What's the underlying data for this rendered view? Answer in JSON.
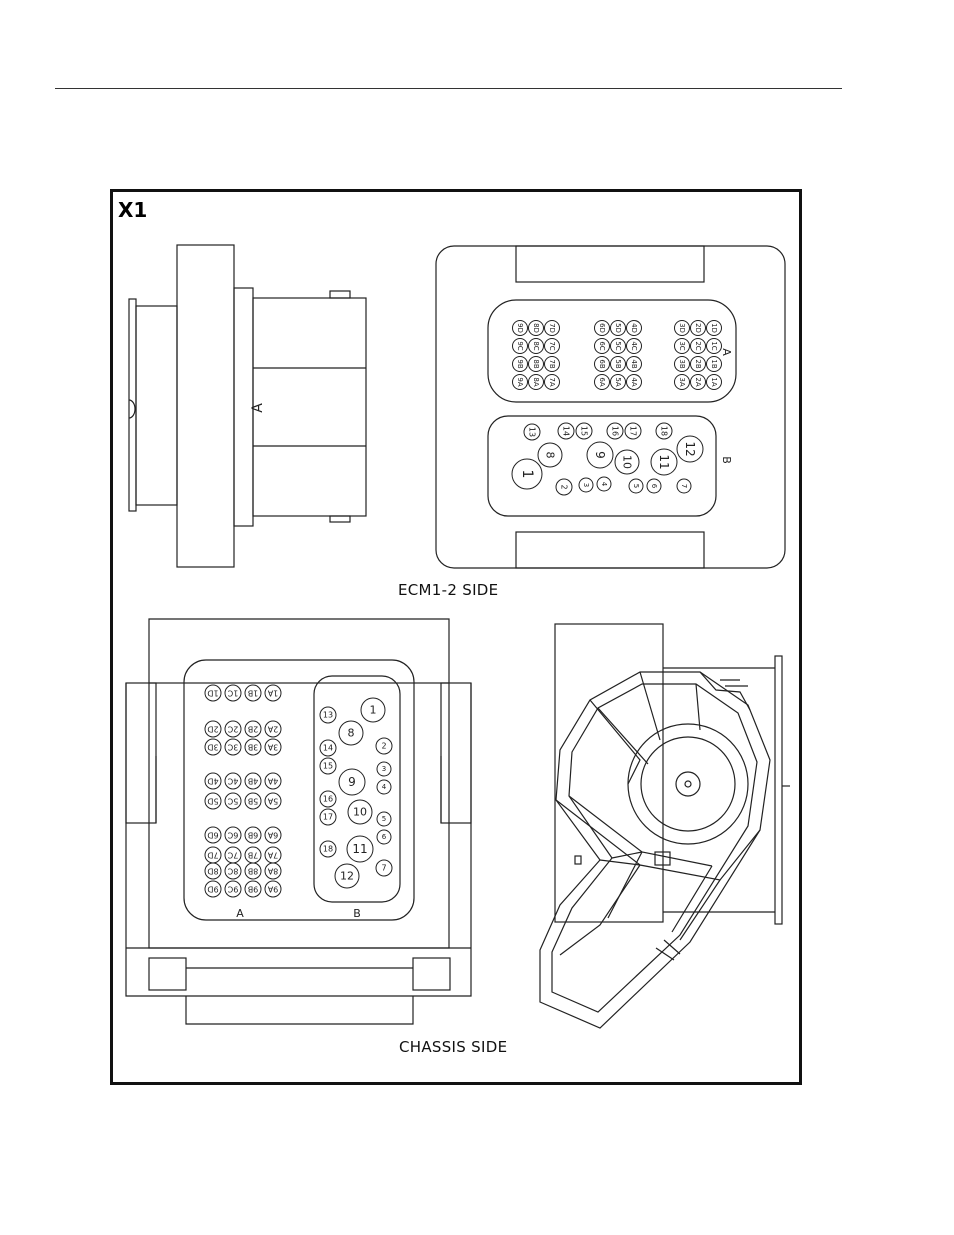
{
  "connector_label": "X1",
  "ecm_caption": "ECM1-2 SIDE",
  "chassis_caption": "CHASSIS SIDE",
  "side_view": {
    "key_letter": "A"
  },
  "ecm_side": {
    "bank_a_label": "A",
    "bank_b_label": "B",
    "bank_a_pins": [
      "1D",
      "2D",
      "3D",
      "4D",
      "5D",
      "6D",
      "7D",
      "8D",
      "9D",
      "1C",
      "2C",
      "3C",
      "4C",
      "5C",
      "6C",
      "7C",
      "8C",
      "9C",
      "1B",
      "2B",
      "3B",
      "4B",
      "5B",
      "6B",
      "7B",
      "8B",
      "9B",
      "1A",
      "2A",
      "3A",
      "4A",
      "5A",
      "6A",
      "7A",
      "8A",
      "9A"
    ],
    "bank_b_pins": [
      "1",
      "2",
      "3",
      "4",
      "5",
      "6",
      "7",
      "8",
      "9",
      "10",
      "11",
      "12",
      "13",
      "14",
      "15",
      "16",
      "17",
      "18"
    ]
  },
  "chassis_side": {
    "bank_a_label": "A",
    "bank_b_label": "B",
    "bank_a_pins": [
      "1D",
      "1C",
      "1B",
      "1A",
      "2D",
      "2C",
      "2B",
      "2A",
      "3D",
      "3C",
      "3B",
      "3A",
      "4D",
      "4C",
      "4B",
      "4A",
      "5D",
      "5C",
      "5B",
      "5A",
      "6D",
      "6C",
      "6B",
      "6A",
      "7D",
      "7C",
      "7B",
      "7A",
      "8D",
      "8C",
      "8B",
      "8A",
      "9D",
      "9C",
      "9B",
      "9A"
    ],
    "bank_b_pins": [
      "1",
      "2",
      "3",
      "4",
      "5",
      "6",
      "7",
      "8",
      "9",
      "10",
      "11",
      "12",
      "13",
      "14",
      "15",
      "16",
      "17",
      "18"
    ]
  }
}
